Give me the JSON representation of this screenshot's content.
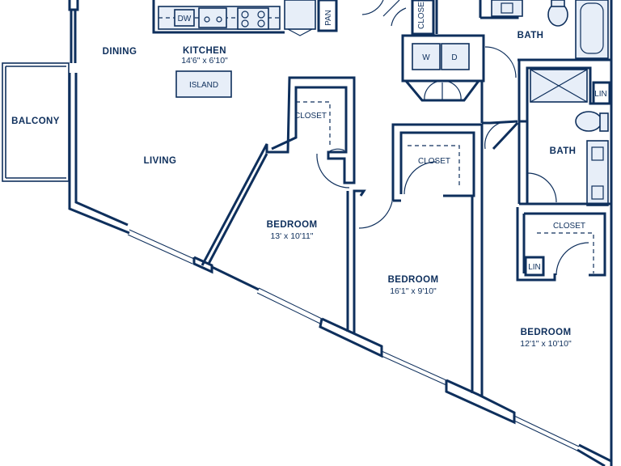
{
  "rooms": {
    "dining": {
      "name": "DINING"
    },
    "kitchen": {
      "name": "KITCHEN",
      "dimensions": "14'6\" x 6'10\""
    },
    "island": {
      "name": "ISLAND"
    },
    "balcony": {
      "name": "BALCONY"
    },
    "living": {
      "name": "LIVING"
    },
    "bedroom1": {
      "name": "BEDROOM",
      "dimensions": "13' x 10'11\""
    },
    "bedroom2": {
      "name": "BEDROOM",
      "dimensions": "16'1\" x 9'10\""
    },
    "bedroom3": {
      "name": "BEDROOM",
      "dimensions": "12'1\" x 10'10\""
    },
    "bath1": {
      "name": "BATH"
    },
    "bath2": {
      "name": "BATH"
    }
  },
  "closets": {
    "closet_top": "CLOSET",
    "closet_bed1": "CLOSET",
    "closet_bed2": "CLOSET",
    "closet_bed3": "CLOSET"
  },
  "appliances": {
    "dishwasher": "DW",
    "pantry": "PAN",
    "washer": "W",
    "dryer": "D",
    "linen_bath2": "LIN",
    "linen_bed3": "LIN"
  },
  "colors": {
    "wall": "#0e2f5c",
    "fixture_fill": "#e7eef8",
    "background": "#ffffff"
  }
}
